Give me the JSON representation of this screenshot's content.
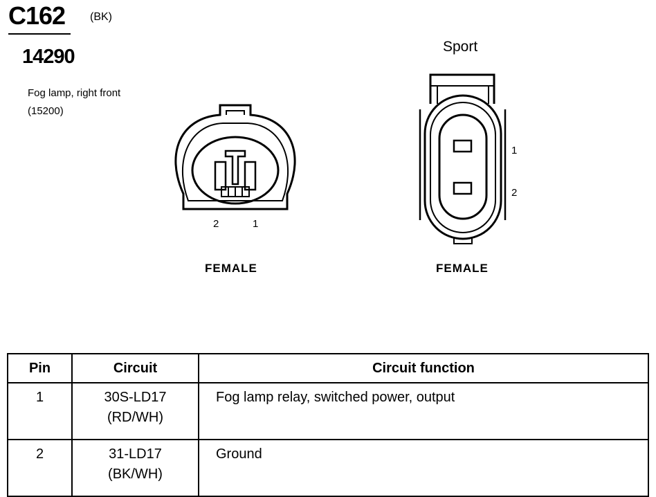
{
  "header": {
    "connector_id": "C162",
    "connector_color": "(BK)",
    "part_number": "14290",
    "description_line1": "Fog lamp, right front",
    "description_line2": "(15200)"
  },
  "connectors": {
    "left": {
      "gender": "FEMALE",
      "pin_labels": [
        "2",
        "1"
      ]
    },
    "right": {
      "variant": "Sport",
      "gender": "FEMALE",
      "pin_labels": [
        "1",
        "2"
      ]
    }
  },
  "table": {
    "headers": [
      "Pin",
      "Circuit",
      "Circuit function"
    ],
    "rows": [
      {
        "pin": "1",
        "circuit_line1": "30S-LD17",
        "circuit_line2": "(RD/WH)",
        "function": "Fog lamp relay, switched power, output"
      },
      {
        "pin": "2",
        "circuit_line1": "31-LD17",
        "circuit_line2": "(BK/WH)",
        "function": "Ground"
      }
    ]
  }
}
